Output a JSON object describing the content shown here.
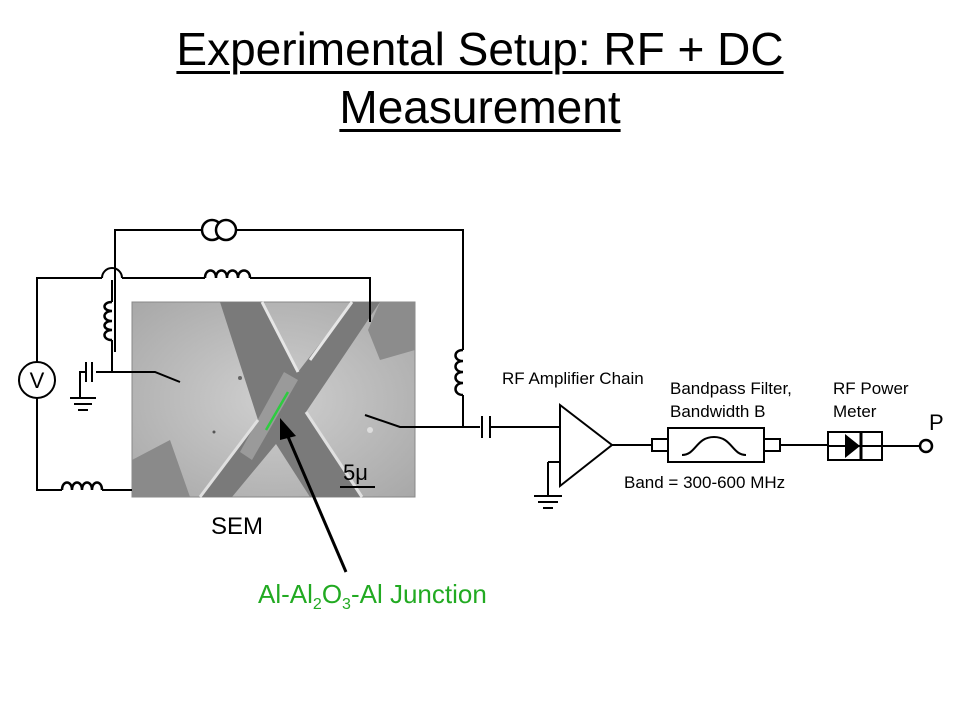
{
  "title": {
    "line1": "Experimental Setup: RF + DC",
    "line2": "Measurement"
  },
  "diagram": {
    "voltmeter_label": "V",
    "sem_label": "SEM",
    "scale_bar_label": "5μ",
    "junction_label": {
      "prefix": "Al-Al",
      "sub1": "2",
      "mid": "O",
      "sub2": "3",
      "suffix": "-Al Junction"
    },
    "amplifier_label": "RF Amplifier Chain",
    "filter_label_line1": "Bandpass Filter,",
    "filter_label_line2": "Bandwidth B",
    "band_label": "Band = 300-600 MHz",
    "power_meter_line1": "RF Power",
    "power_meter_line2": "Meter",
    "output_label": "P"
  },
  "colors": {
    "junction_label": "#22aa22",
    "wire": "#000000",
    "sem_background": "#bfbfbf"
  }
}
